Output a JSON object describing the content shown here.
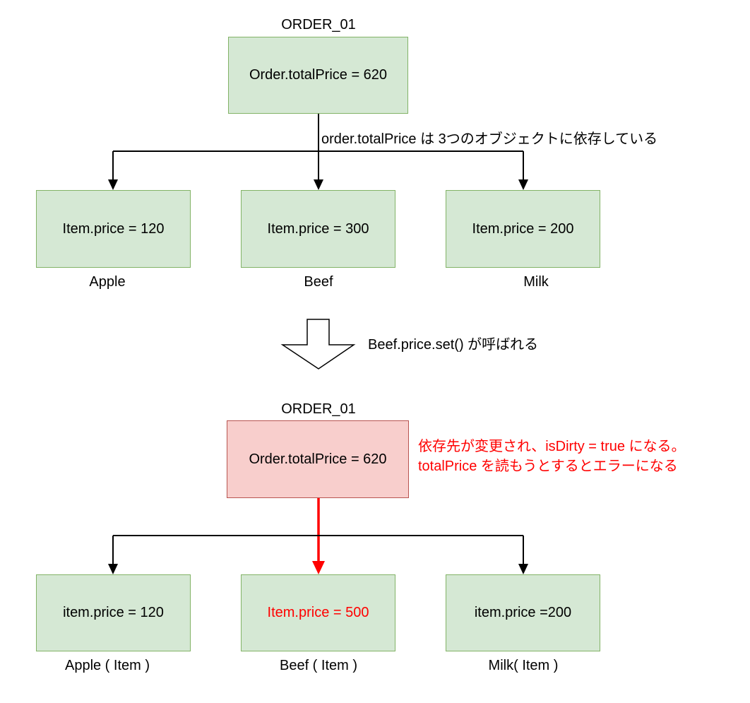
{
  "colors": {
    "node_fill": "#d5e8d4",
    "node_border": "#82b366",
    "alert_fill": "#f8cecc",
    "alert_border": "#b85450",
    "highlight_text": "#ff0000",
    "edge": "#000000",
    "alert_edge": "#ff0000"
  },
  "top": {
    "order_title": "ORDER_01",
    "order_box": "Order.totalPrice = 620",
    "dependency_note": "order.totalPrice は 3つのオブジェクトに依存している",
    "items": [
      {
        "box": "Item.price = 120",
        "name": "Apple"
      },
      {
        "box": "Item.price = 300",
        "name": "Beef"
      },
      {
        "box": "Item.price = 200",
        "name": "Milk"
      }
    ]
  },
  "transition": {
    "arrow_icon": "hollow-down-arrow-icon",
    "label": "Beef.price.set() が呼ばれる"
  },
  "bottom": {
    "order_title": "ORDER_01",
    "order_box": "Order.totalPrice = 620",
    "dirty_note_line1": "依存先が変更され、isDirty = true になる。",
    "dirty_note_line2": "totalPrice を読もうとするとエラーになる",
    "items": [
      {
        "box": "item.price = 120",
        "name": "Apple ( Item )"
      },
      {
        "box": "Item.price = 500",
        "name": "Beef ( Item )"
      },
      {
        "box": "item.price =200",
        "name": "Milk( Item )"
      }
    ]
  }
}
